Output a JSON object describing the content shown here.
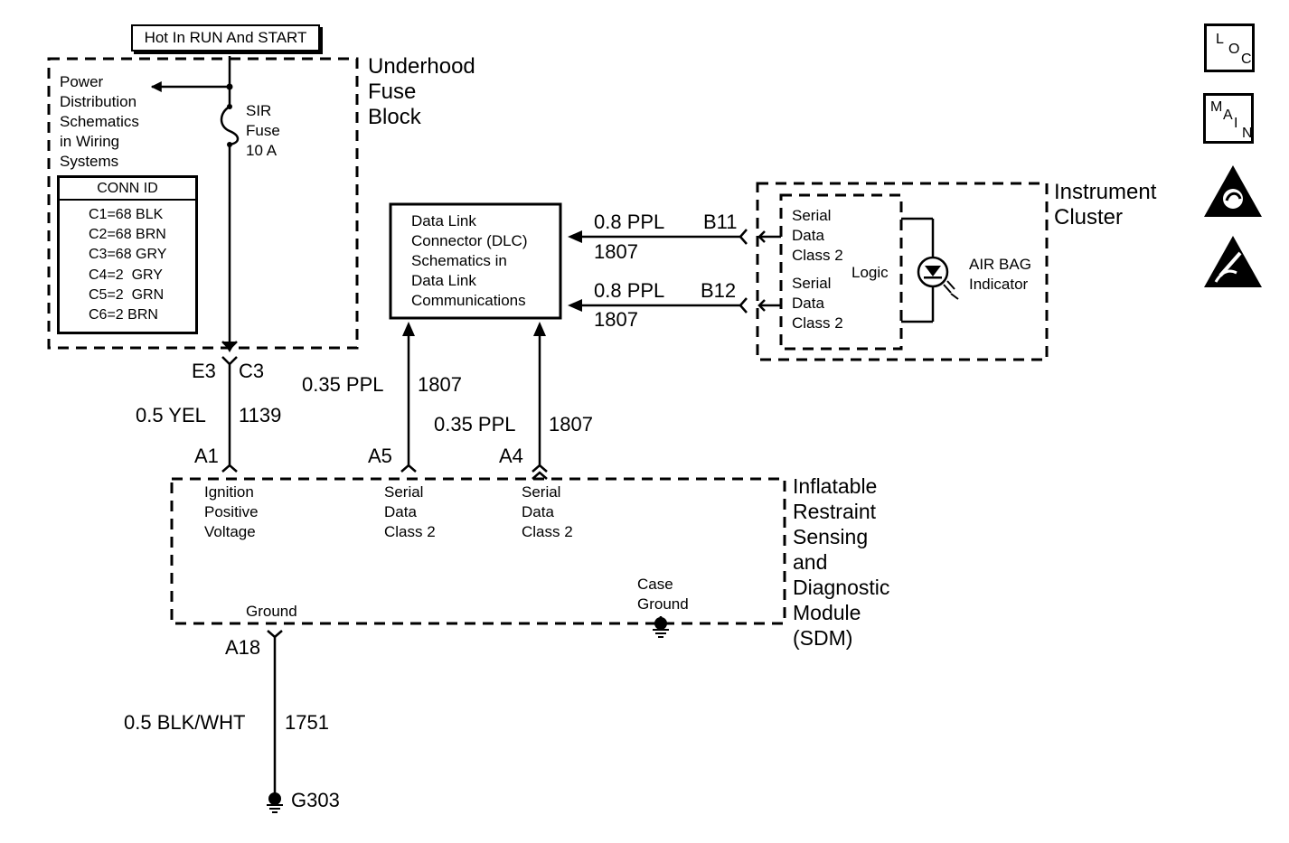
{
  "header_tag": "Hot In RUN And START",
  "fuse_block": {
    "title": "Underhood\nFuse\nBlock",
    "power_dist_note": "Power\nDistribution\nSchematics\n in Wiring\n Systems",
    "fuse_label": "SIR\nFuse\n10 A"
  },
  "conn_id": {
    "title": "CONN ID",
    "rows": [
      "C1=68 BLK",
      "C2=68 BRN",
      "C3=68 GRY",
      "C4=2  GRY",
      "C5=2  GRN",
      "C6=2 BRN"
    ]
  },
  "dlc_box": "Data Link\nConnector (DLC)\nSchematics in\nData Link\nCommunications",
  "instrument_cluster": {
    "title": "Instrument\nCluster",
    "serial_top": "Serial\nData\nClass 2",
    "serial_bottom": "Serial\nData\nClass 2",
    "logic": "Logic",
    "airbag": "AIR BAG\nIndicator"
  },
  "wires": {
    "b11_gauge": "0.8 PPL",
    "b11_pin": "B11",
    "b11_circuit": "1807",
    "b12_gauge": "0.8 PPL",
    "b12_pin": "B12",
    "b12_circuit": "1807",
    "fuse_pin_left": "E3",
    "fuse_pin_right": "C3",
    "ign_gauge": "0.5 YEL",
    "ign_circuit": "1139",
    "a5_gauge": "0.35 PPL",
    "a5_circuit": "1807",
    "a4_gauge": "0.35 PPL",
    "a4_circuit": "1807",
    "ground_gauge": "0.5 BLK/WHT",
    "ground_circuit": "1751"
  },
  "sdm": {
    "title": "Inflatable\nRestraint\nSensing\nand\nDiagnostic\nModule\n(SDM)",
    "pins": {
      "a1": "A1",
      "a5": "A5",
      "a4": "A4",
      "a18": "A18"
    },
    "ignition_label": "Ignition\nPositive\nVoltage",
    "serial_a5": "Serial\nData\nClass 2",
    "serial_a4": "Serial\nData\nClass 2",
    "ground_label": "Ground",
    "case_ground": "Case\nGround"
  },
  "ground_point": "G303",
  "side_buttons": {
    "loc": [
      "L",
      "O",
      "C"
    ],
    "main": [
      "M",
      "A",
      "I",
      "N"
    ],
    "icons": [
      "caution-hand-icon",
      "esd-warning-icon"
    ]
  }
}
